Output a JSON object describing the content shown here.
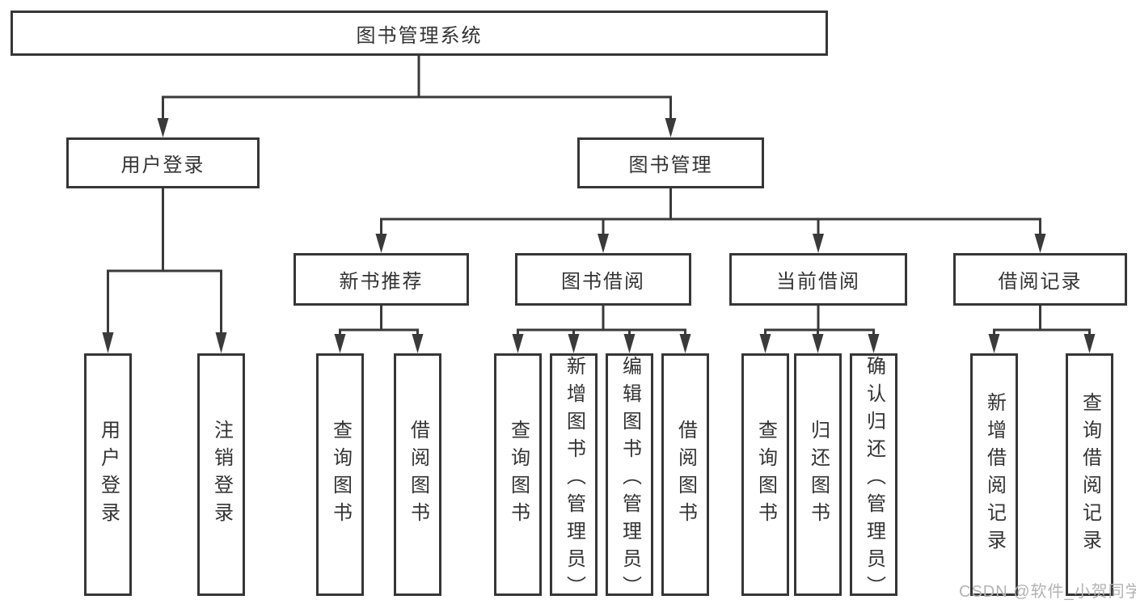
{
  "colors": {
    "line": "#3a3a3a",
    "text": "#333333",
    "background": "#ffffff",
    "watermark": "#b3b3b3"
  },
  "watermark": "CSDN @软件_小贺同学",
  "tree": {
    "label": "图书管理系统",
    "children": [
      {
        "label": "用户登录",
        "children": [
          {
            "label": "用户登录"
          },
          {
            "label": "注销登录"
          }
        ]
      },
      {
        "label": "图书管理",
        "children": [
          {
            "label": "新书推荐",
            "children": [
              {
                "label": "查询图书"
              },
              {
                "label": "借阅图书"
              }
            ]
          },
          {
            "label": "图书借阅",
            "children": [
              {
                "label": "查询图书"
              },
              {
                "label": "新增图书（管理员）"
              },
              {
                "label": "编辑图书（管理员）"
              },
              {
                "label": "借阅图书"
              }
            ]
          },
          {
            "label": "当前借阅",
            "children": [
              {
                "label": "查询图书"
              },
              {
                "label": "归还图书"
              },
              {
                "label": "确认归还（管理员）"
              }
            ]
          },
          {
            "label": "借阅记录",
            "children": [
              {
                "label": "新增借阅记录"
              },
              {
                "label": "查询借阅记录"
              }
            ]
          }
        ]
      }
    ]
  }
}
